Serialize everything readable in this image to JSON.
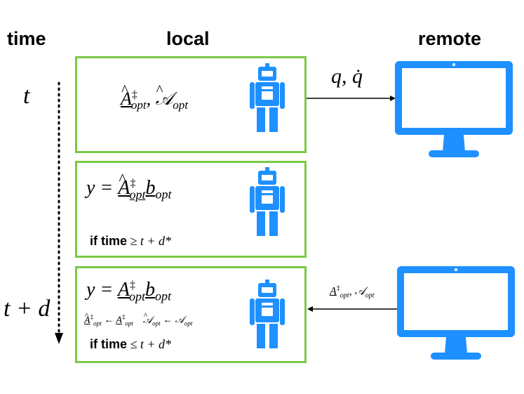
{
  "headers": {
    "time": "time",
    "local": "local",
    "remote": "remote"
  },
  "time_labels": {
    "t": "t",
    "t_plus_d": "t + d"
  },
  "box1": {
    "text_A": "A",
    "text_dagger": "‡",
    "text_opt": "opt",
    "text_sep": ", ",
    "text_calA": "𝒜",
    "text_opt2": "opt"
  },
  "box2": {
    "eq_prefix": "y = ",
    "cond_label": "if time",
    "cond_expr": " ≥ t + d*"
  },
  "box3": {
    "eq_prefix": "y = ",
    "update_line": "← ",
    "cond_label": "if time",
    "cond_expr": " ≤ t + d*"
  },
  "arrows": {
    "top_label": "q, q̇",
    "bottom_label_A": "A",
    "bottom_label_calA": "𝒜"
  },
  "colors": {
    "green": "#7ac943",
    "blue": "#1e90ff"
  },
  "icons": [
    "robot-icon",
    "monitor-icon"
  ]
}
